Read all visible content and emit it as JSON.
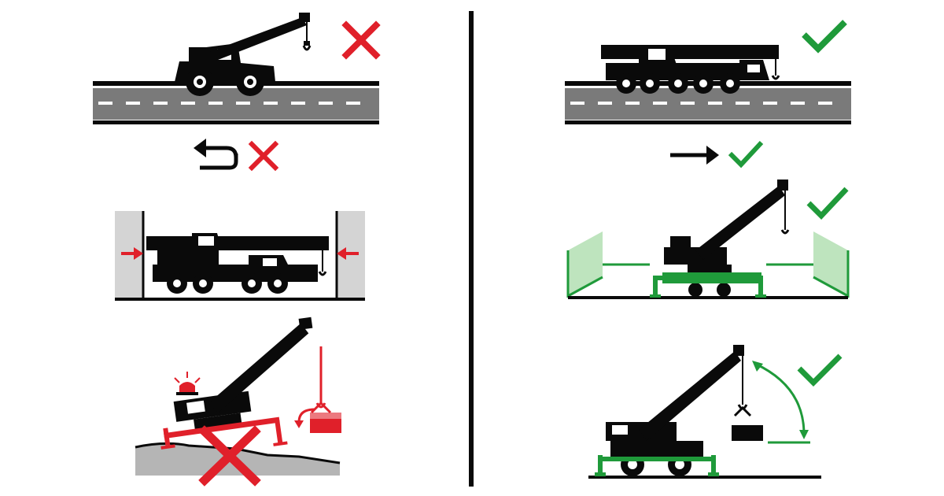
{
  "colors": {
    "ink": "#0a0a0a",
    "danger": "#e0202a",
    "ok": "#1f9a3a",
    "ok_fill": "#a8dba8",
    "road": "#7a7a7a",
    "wall": "#d4d4d4",
    "ground": "#b5b5b5"
  },
  "icons": {
    "cross": "cross-icon",
    "check": "check-icon",
    "u_turn": "u-turn-arrow-icon",
    "forward": "straight-arrow-icon",
    "warning_beacon": "beacon-icon",
    "rotate": "swing-arrow-icon"
  },
  "panels": [
    {
      "id": "rough-terrain-crane-on-road",
      "verdict": "wrong"
    },
    {
      "id": "reversing",
      "verdict": "wrong"
    },
    {
      "id": "crane-squeezed-between-walls",
      "verdict": "wrong"
    },
    {
      "id": "crane-tipping-on-uneven-ground",
      "verdict": "wrong"
    },
    {
      "id": "all-terrain-crane-on-road",
      "verdict": "right"
    },
    {
      "id": "driving-forward",
      "verdict": "right"
    },
    {
      "id": "crane-with-clearance-and-outriggers",
      "verdict": "right"
    },
    {
      "id": "crane-level-lift-within-radius",
      "verdict": "right"
    }
  ]
}
